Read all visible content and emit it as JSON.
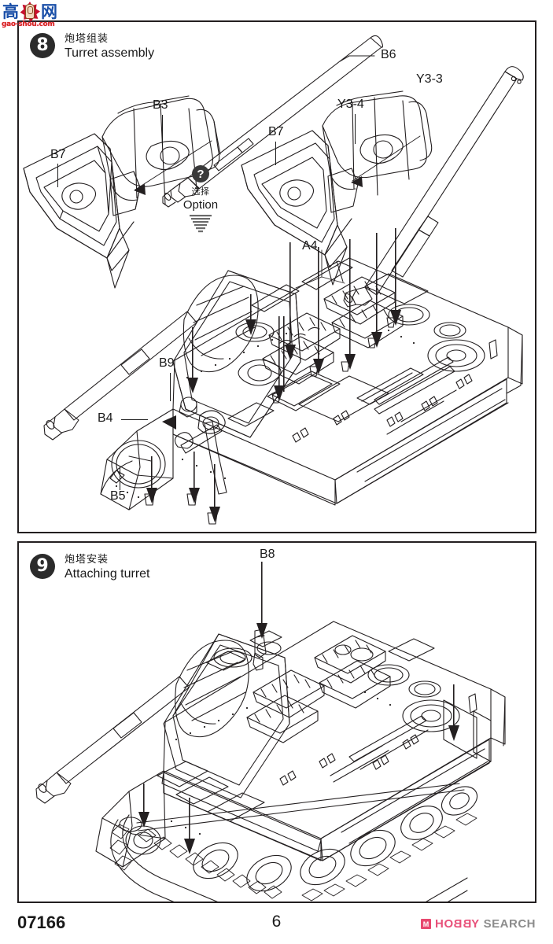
{
  "watermark": {
    "char_left": "高",
    "char_right": "网",
    "url": "gao-shou.com",
    "seal_icon": "thumbs-up-seal-icon"
  },
  "steps": [
    {
      "number": "8",
      "title_cn": "炮塔组装",
      "title_en": "Turret assembly",
      "option_marker": {
        "symbol": "?",
        "label_cn": "选择",
        "label_en": "Option"
      },
      "part_labels": [
        "B7",
        "B3",
        "B6",
        "B7",
        "Y3-4",
        "Y3-3",
        "A4",
        "B9",
        "B4",
        "B5"
      ]
    },
    {
      "number": "9",
      "title_cn": "炮塔安装",
      "title_en": "Attaching turret",
      "part_labels": [
        "B8"
      ]
    }
  ],
  "labels": {
    "s8_b7_left": "B7",
    "s8_b3": "B3",
    "s8_b6": "B6",
    "s8_b7_right": "B7",
    "s8_y34": "Y3-4",
    "s8_y33": "Y3-3",
    "s8_a4": "A4",
    "s8_b9": "B9",
    "s8_b4": "B4",
    "s8_b5": "B5",
    "s9_b8": "B8"
  },
  "footer": {
    "kit_number": "07166",
    "page_number": "6",
    "brand_mark": "M",
    "brand_primary": "HOBBY",
    "brand_secondary": "SEARCH"
  },
  "colors": {
    "ink": "#231f20",
    "badge": "#2b2b2b",
    "brand_pink": "#e8517a",
    "brand_gray": "#8c8c8c",
    "watermark_blue": "#1a4fa8",
    "watermark_red": "#d4261a"
  }
}
